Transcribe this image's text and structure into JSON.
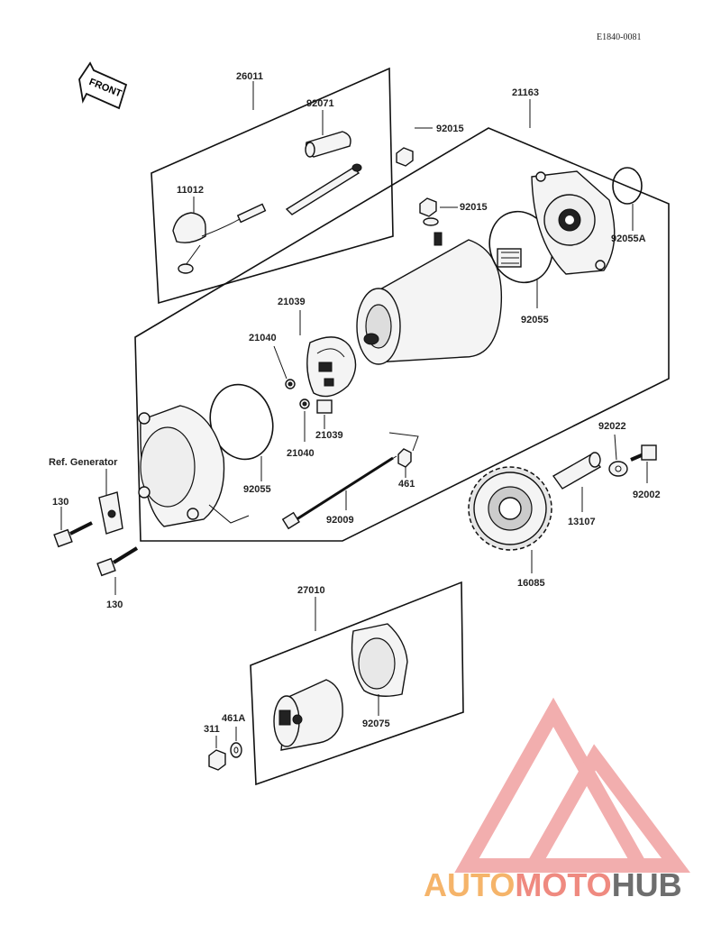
{
  "diagram_code": "E1840-0081",
  "front_label": "FRONT",
  "ref_label": "Ref. Generator",
  "parts": {
    "p26011": "26011",
    "p92071": "92071",
    "p11012": "11012",
    "p92015_top": "92015",
    "p21163": "21163",
    "p92015_mid": "92015",
    "p92055A": "92055A",
    "p21039_top": "21039",
    "p21040_top": "21040",
    "p92055_right": "92055",
    "p21039_bot": "21039",
    "p21040_bot": "21040",
    "p92055_left": "92055",
    "p461": "461",
    "p92009": "92009",
    "p92022": "92022",
    "p92002": "92002",
    "p13107": "13107",
    "p16085": "16085",
    "p130_top": "130",
    "p130_bot": "130",
    "p27010": "27010",
    "p461A": "461A",
    "p311": "311",
    "p92075": "92075"
  },
  "watermark": {
    "auto": "AUTO",
    "moto": "MOTO",
    "hub": "HUB",
    "color_auto": "#f5b46a",
    "color_moto": "#ef8a80",
    "color_hub": "#6e6e6e",
    "triangle_color": "#f0a0a0"
  }
}
